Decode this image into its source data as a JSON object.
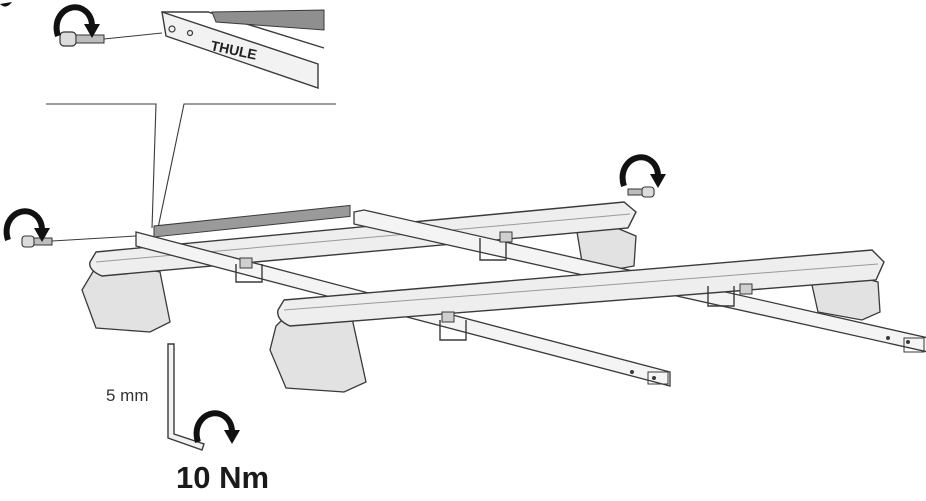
{
  "instruction": {
    "wrench_size": "5 mm",
    "torque": "10 Nm",
    "brand_mark": "THULE"
  },
  "colors": {
    "stroke": "#3a3a3a",
    "bar_fill": "#eeeeee",
    "foot_fill": "#e2e2e2",
    "accent_gray": "#9a9a9a",
    "arrow": "#111111"
  },
  "icons": [
    "rotate-clockwise-arrow-icon",
    "screw-icon",
    "allen-key-icon",
    "screw-icon",
    "rotate-clockwise-arrow-icon"
  ]
}
